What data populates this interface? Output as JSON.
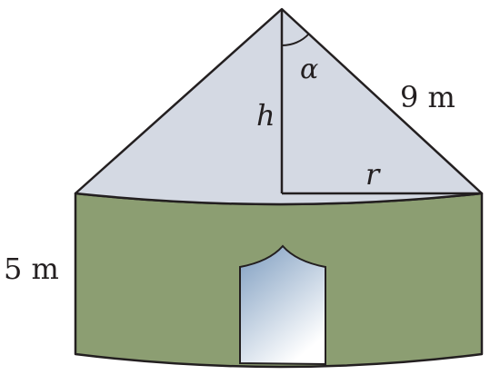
{
  "labels": {
    "alpha": "α",
    "slant": "9 m",
    "height": "h",
    "radius": "r",
    "wall": "5 m"
  },
  "colors": {
    "roof_fill": "#d4d9e3",
    "wall_fill": "#8c9e72",
    "outline": "#231f20",
    "door_top": "#7e9dc0",
    "door_bottom": "#ffffff"
  }
}
